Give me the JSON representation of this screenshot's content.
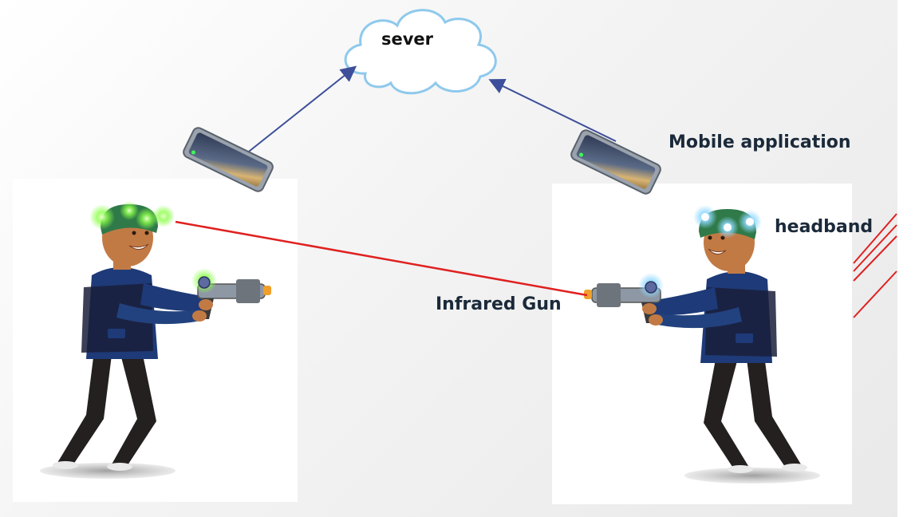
{
  "labels": {
    "server": "sever",
    "mobile_application": "Mobile application",
    "headband": "headband",
    "infrared_gun": "Infrared Gun"
  },
  "colors": {
    "laser_beam": "#e02020",
    "arrow": "#3d4f9a",
    "cloud_fill": "#ffffff",
    "cloud_outline": "#8ec9ec",
    "jacket": "#1e3a78",
    "pants": "#24201f",
    "skin": "#c27a45",
    "helmet": "#2f7a48",
    "green_led": "#8cff4a",
    "blue_led": "#8ed8ff",
    "accent_stripes": "#e02020"
  },
  "icons": {
    "cloud": "cloud-icon",
    "phone": "smartphone-icon",
    "player": "laser-tag-player-icon",
    "gun": "infrared-gun-icon"
  }
}
